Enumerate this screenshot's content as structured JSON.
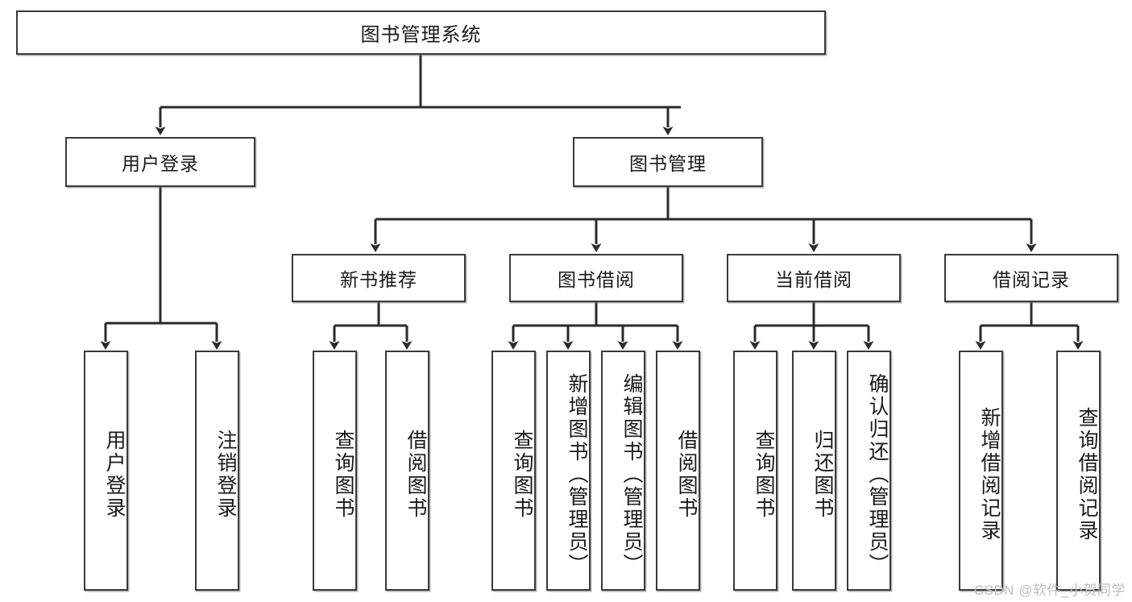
{
  "diagram": {
    "title": "图书管理系统",
    "type": "hierarchy-tree",
    "watermark": "CSDN @软件_小贺同学",
    "colors": {
      "box_border": "#3a3a3a",
      "box_fill": "#ffffff",
      "connector": "#2b2b2b",
      "text": "#1a1a1a",
      "watermark": "#bdbdbd"
    },
    "levels": [
      {
        "level": 1,
        "nodes": [
          {
            "id": "root",
            "label": "图书管理系统",
            "orientation": "horizontal"
          }
        ]
      },
      {
        "level": 2,
        "nodes": [
          {
            "id": "user-login",
            "label": "用户登录",
            "orientation": "horizontal",
            "parent": "root"
          },
          {
            "id": "book-manage",
            "label": "图书管理",
            "orientation": "horizontal",
            "parent": "root"
          }
        ]
      },
      {
        "level": 3,
        "nodes": [
          {
            "id": "new-book-rec",
            "label": "新书推荐",
            "orientation": "horizontal",
            "parent": "book-manage"
          },
          {
            "id": "book-borrow",
            "label": "图书借阅",
            "orientation": "horizontal",
            "parent": "book-manage"
          },
          {
            "id": "current-borrow",
            "label": "当前借阅",
            "orientation": "horizontal",
            "parent": "book-manage"
          },
          {
            "id": "borrow-record",
            "label": "借阅记录",
            "orientation": "horizontal",
            "parent": "book-manage"
          }
        ]
      },
      {
        "level": 4,
        "nodes": [
          {
            "id": "leaf-user-login",
            "label": "用户登录",
            "orientation": "vertical",
            "parent": "user-login"
          },
          {
            "id": "leaf-user-logout",
            "label": "注销登录",
            "orientation": "vertical",
            "parent": "user-login"
          },
          {
            "id": "leaf-query-book-1",
            "label": "查询图书",
            "orientation": "vertical",
            "parent": "new-book-rec"
          },
          {
            "id": "leaf-borrow-book-1",
            "label": "借阅图书",
            "orientation": "vertical",
            "parent": "new-book-rec"
          },
          {
            "id": "leaf-query-book-2",
            "label": "查询图书",
            "orientation": "vertical",
            "parent": "book-borrow"
          },
          {
            "id": "leaf-add-book",
            "label": "新增图书（管理员）",
            "orientation": "vertical",
            "parent": "book-borrow"
          },
          {
            "id": "leaf-edit-book",
            "label": "编辑图书（管理员）",
            "orientation": "vertical",
            "parent": "book-borrow"
          },
          {
            "id": "leaf-borrow-book-2",
            "label": "借阅图书",
            "orientation": "vertical",
            "parent": "book-borrow"
          },
          {
            "id": "leaf-query-book-3",
            "label": "查询图书",
            "orientation": "vertical",
            "parent": "current-borrow"
          },
          {
            "id": "leaf-return-book",
            "label": "归还图书",
            "orientation": "vertical",
            "parent": "current-borrow"
          },
          {
            "id": "leaf-confirm-return",
            "label": "确认归还（管理员）",
            "orientation": "vertical",
            "parent": "current-borrow"
          },
          {
            "id": "leaf-add-record",
            "label": "新增借阅记录",
            "orientation": "vertical",
            "parent": "borrow-record"
          },
          {
            "id": "leaf-query-record",
            "label": "查询借阅记录",
            "orientation": "vertical",
            "parent": "borrow-record"
          }
        ]
      }
    ]
  }
}
